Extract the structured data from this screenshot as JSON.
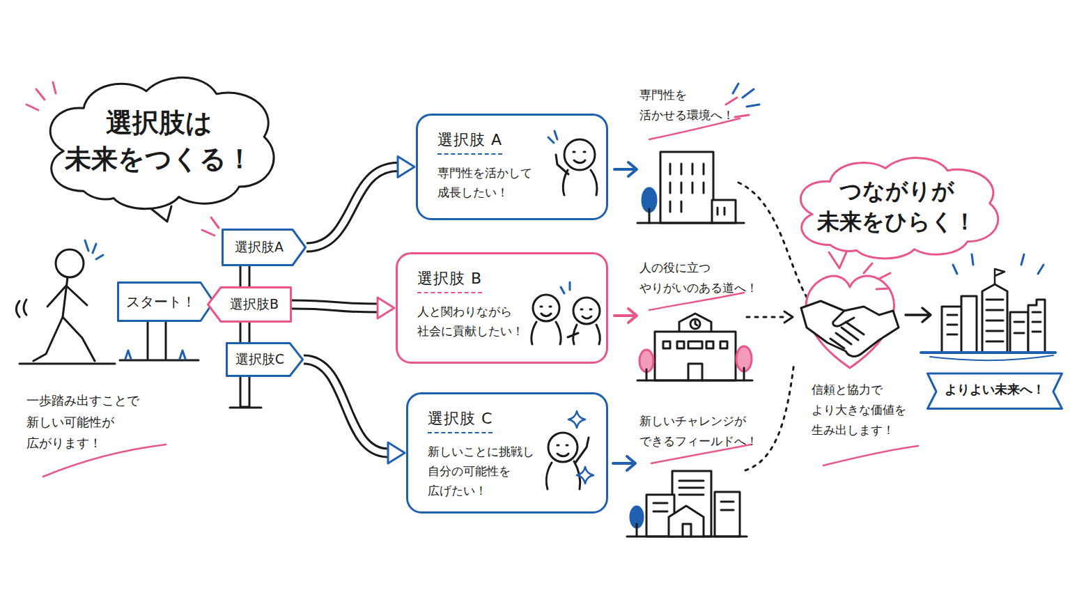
{
  "diagram": {
    "nodes": [
      {
        "text": [
          "選択肢は 未来をつくる！"
        ]
      },
      {
        "text": [
          "スタート！"
        ]
      },
      {
        "text": [
          "選択肢A"
        ]
      },
      {
        "text": [
          "選択肢B"
        ]
      },
      {
        "text": [
          "選択肢C"
        ]
      },
      {
        "text": [
          "選択肢 A",
          "専門性を活かして 成長したい！"
        ]
      },
      {
        "text": [
          "選択肢 B",
          "人と関わりながら 社会に貢献したい！"
        ]
      },
      {
        "text": [
          "選択肢 C",
          "新しいことに挑戦し 自分の可能性を 広げたい！"
        ]
      },
      {
        "text": [
          "つながりが 未来をひらく！"
        ]
      },
      {
        "text": [
          "よりよい未来へ！"
        ]
      }
    ],
    "edges": [
      {
        "from": 2,
        "to": 5,
        "arrow": "to"
      },
      {
        "from": 3,
        "to": 6,
        "arrow": "to"
      },
      {
        "from": 4,
        "to": 7,
        "arrow": "to"
      }
    ],
    "labels": [
      "一歩踏み出すことで 新しい可能性が 広がります！",
      "専門性を 活かせる環境へ！",
      "人の役に立つ やりがいのある道へ！",
      "新しいチャレンジが できるフィールドへ！",
      "信頼と協力で より大きな価値を 生み出します！"
    ]
  }
}
